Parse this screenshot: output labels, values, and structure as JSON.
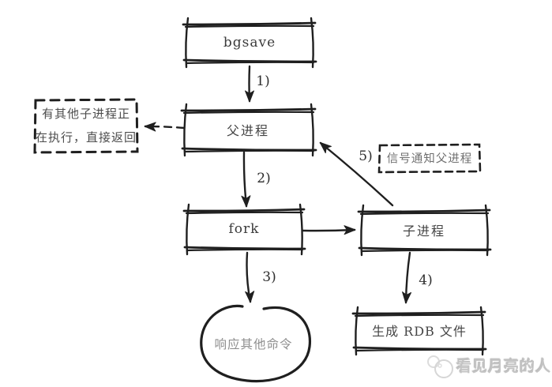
{
  "nodes": {
    "bgsave": {
      "label": "bgsave"
    },
    "parent": {
      "label": "父进程"
    },
    "fork": {
      "label": "fork"
    },
    "child": {
      "label": "子进程"
    },
    "rdb": {
      "label": "生成 RDB 文件"
    },
    "other_running": {
      "line1": "有其他子进程正",
      "line2": "在执行，直接返回"
    },
    "signal": {
      "label": "信号通知父进程"
    },
    "respond": {
      "label": "响应其他命令"
    }
  },
  "edge_labels": {
    "step1": "1)",
    "step2": "2)",
    "step3": "3)",
    "step4": "4)",
    "step5": "5)"
  },
  "watermark": {
    "icon": "moon-icon",
    "text": "看见月亮的人"
  },
  "colors": {
    "stroke": "#1f1f1f",
    "text": "#454545",
    "muted_text": "#8f8f8f",
    "watermark": "#c3c3c3",
    "background": "#ffffff"
  }
}
